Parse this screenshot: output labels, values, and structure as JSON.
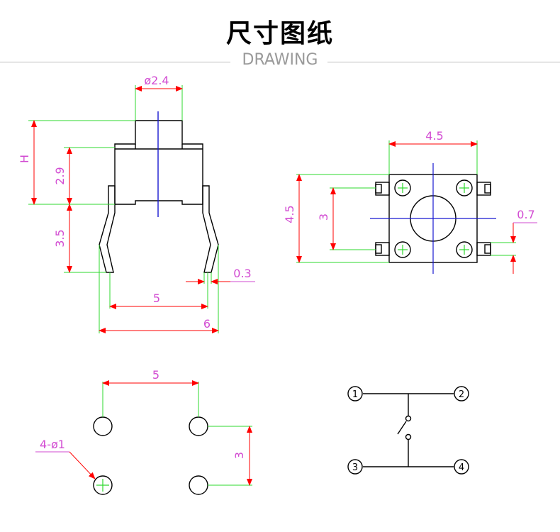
{
  "header": {
    "title": "尺寸图纸",
    "subtitle": "DRAWING"
  },
  "side_view": {
    "dia_top": "ø2.4",
    "height": "H",
    "body_h": "2.9",
    "leg_h": "3.5",
    "pitch": "5",
    "overall": "6",
    "lead_t": "0.3"
  },
  "top_view": {
    "width": "4.5",
    "height": "4.5",
    "inner": "3",
    "lead_w": "0.7"
  },
  "footprint": {
    "pitch": "5",
    "row": "3",
    "hole": "4-ø1"
  },
  "schematic": {
    "pins": [
      "1",
      "2",
      "3",
      "4"
    ]
  },
  "colors": {
    "dim": "#d24bd2",
    "ext": "#2dd82d",
    "arrow": "#ff0000",
    "center": "#1818d0",
    "outline": "#000000"
  }
}
